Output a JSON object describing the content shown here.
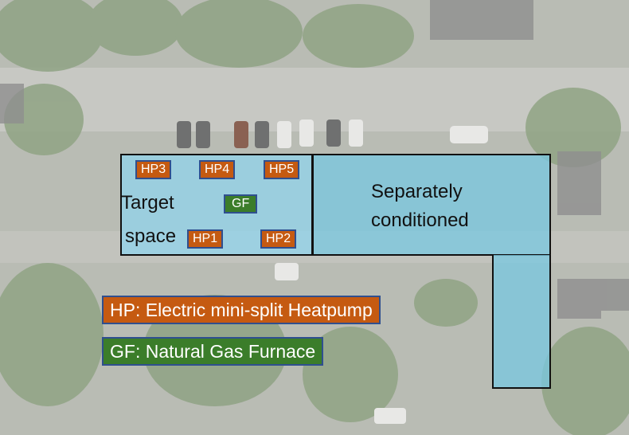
{
  "colors": {
    "heatpump": "#c55a11",
    "furnace": "#3b7d2a",
    "zone_fill": "#8fd6ee",
    "tag_border": "#2f4f8f"
  },
  "target_zone": {
    "label_line1": "Target",
    "label_line2": "space",
    "units": {
      "hp1": "HP1",
      "hp2": "HP2",
      "hp3": "HP3",
      "hp4": "HP4",
      "hp5": "HP5",
      "gf": "GF"
    }
  },
  "other_zone": {
    "label_line1": "Separately",
    "label_line2": "conditioned"
  },
  "legend": {
    "heatpump": "HP: Electric mini-split Heatpump",
    "furnace": "GF: Natural Gas Furnace"
  }
}
